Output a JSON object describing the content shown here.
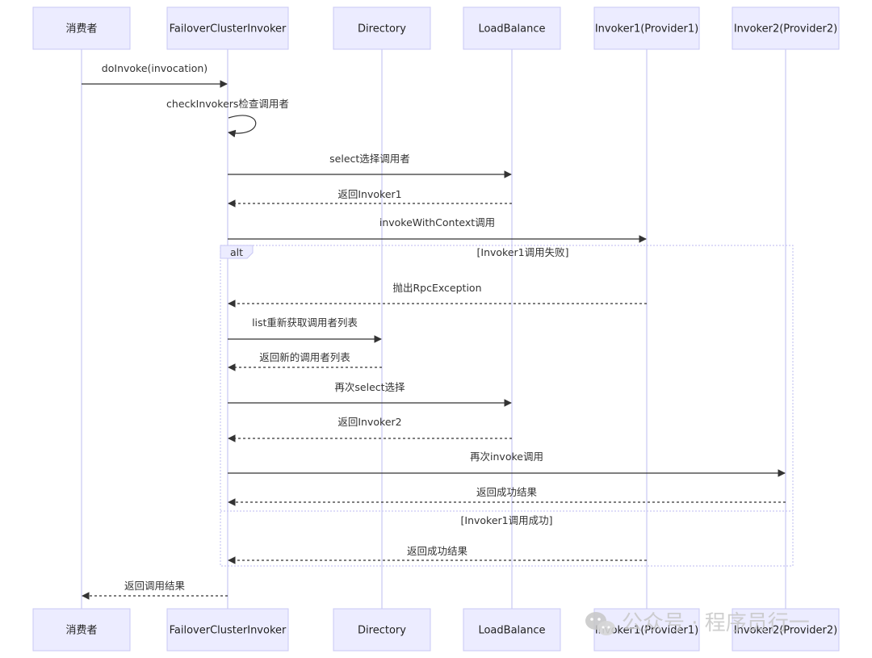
{
  "actors": [
    {
      "id": "consumer",
      "label": "消费者"
    },
    {
      "id": "failover",
      "label": "FailoverClusterInvoker"
    },
    {
      "id": "directory",
      "label": "Directory"
    },
    {
      "id": "loadbalance",
      "label": "LoadBalance"
    },
    {
      "id": "invoker1",
      "label": "Invoker1(Provider1)"
    },
    {
      "id": "invoker2",
      "label": "Invoker2(Provider2)"
    }
  ],
  "messages": [
    {
      "from": "consumer",
      "to": "failover",
      "label": "doInvoke(invocation)",
      "style": "solid"
    },
    {
      "from": "failover",
      "to": "failover",
      "label": "checkInvokers检查调用者",
      "style": "solid"
    },
    {
      "from": "failover",
      "to": "loadbalance",
      "label": "select选择调用者",
      "style": "solid"
    },
    {
      "from": "loadbalance",
      "to": "failover",
      "label": "返回Invoker1",
      "style": "dashed"
    },
    {
      "from": "failover",
      "to": "invoker1",
      "label": "invokeWithContext调用",
      "style": "solid"
    },
    {
      "from": "invoker1",
      "to": "failover",
      "label": "抛出RpcException",
      "style": "dashed"
    },
    {
      "from": "failover",
      "to": "directory",
      "label": "list重新获取调用者列表",
      "style": "solid"
    },
    {
      "from": "directory",
      "to": "failover",
      "label": "返回新的调用者列表",
      "style": "dashed"
    },
    {
      "from": "failover",
      "to": "loadbalance",
      "label": "再次select选择",
      "style": "solid"
    },
    {
      "from": "loadbalance",
      "to": "failover",
      "label": "返回Invoker2",
      "style": "dashed"
    },
    {
      "from": "failover",
      "to": "invoker2",
      "label": "再次invoke调用",
      "style": "solid"
    },
    {
      "from": "invoker2",
      "to": "failover",
      "label": "返回成功结果",
      "style": "dashed"
    },
    {
      "from": "invoker1",
      "to": "failover",
      "label": "返回成功结果",
      "style": "dashed"
    },
    {
      "from": "failover",
      "to": "consumer",
      "label": "返回调用结果",
      "style": "dashed"
    }
  ],
  "alt": {
    "tag": "alt",
    "condition_1": "[Invoker1调用失败]",
    "condition_2": "[Invoker1调用成功]"
  },
  "watermark": "公众号 · 程序员行一"
}
